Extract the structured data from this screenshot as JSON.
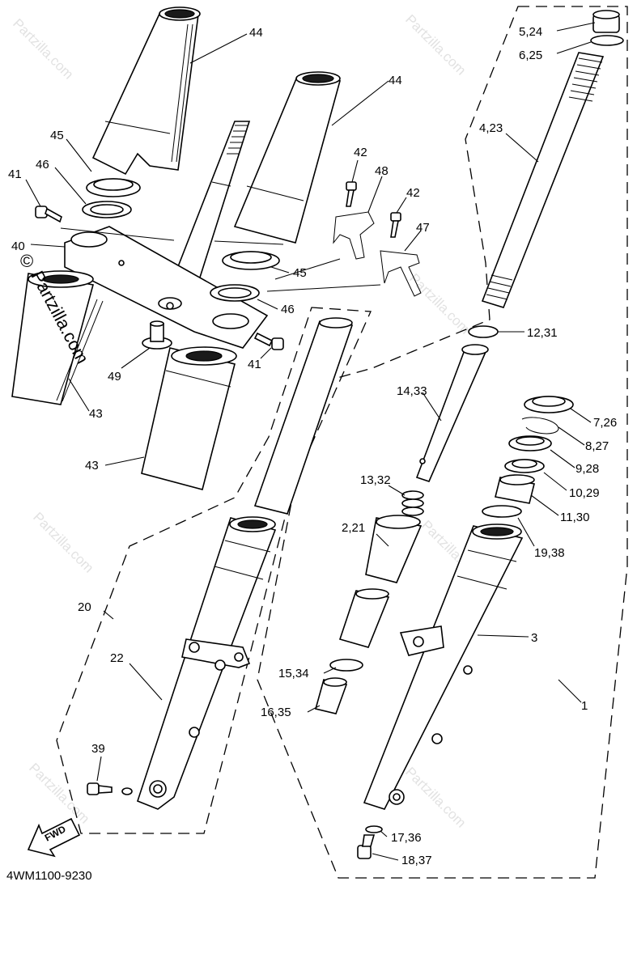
{
  "diagram_code": "4WM1100-9230",
  "fwd_label": "FWD",
  "watermark": {
    "text": "Partzilla.com",
    "copyright": "©"
  },
  "labels": {
    "l_5_24": "5,24",
    "l_6_25": "6,25",
    "l_4_23": "4,23",
    "l_44a": "44",
    "l_44b": "44",
    "l_45a": "45",
    "l_45b": "45",
    "l_46a": "46",
    "l_46b": "46",
    "l_41a": "41",
    "l_41b": "41",
    "l_42a": "42",
    "l_42b": "42",
    "l_48": "48",
    "l_47": "47",
    "l_40": "40",
    "l_49": "49",
    "l_43a": "43",
    "l_43b": "43",
    "l_12_31": "12,31",
    "l_14_33": "14,33",
    "l_7_26": "7,26",
    "l_8_27": "8,27",
    "l_9_28": "9,28",
    "l_10_29": "10,29",
    "l_11_30": "11,30",
    "l_13_32": "13,32",
    "l_2_21": "2,21",
    "l_19_38": "19,38",
    "l_20": "20",
    "l_22": "22",
    "l_3": "3",
    "l_1": "1",
    "l_15_34": "15,34",
    "l_16_35": "16,35",
    "l_39": "39",
    "l_17_36": "17,36",
    "l_18_37": "18,37"
  }
}
